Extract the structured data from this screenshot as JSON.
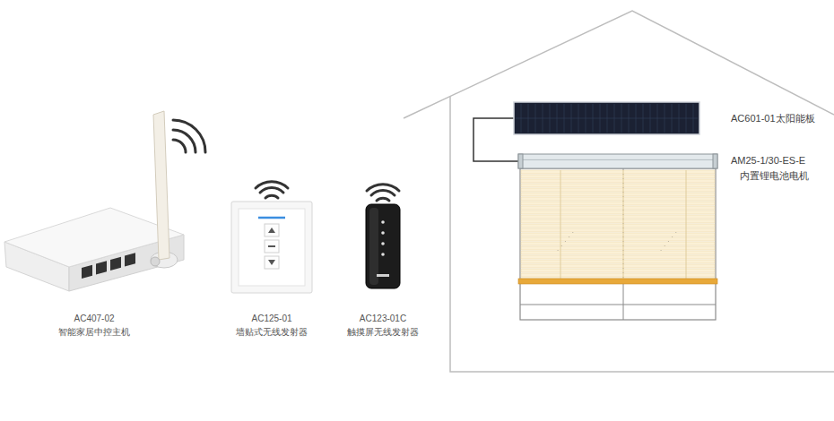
{
  "diagram": {
    "nodes": [
      {
        "text": [
          "AC407-02",
          "智能家居中控主机"
        ]
      },
      {
        "text": [
          "AC125-01",
          "墙贴式无线发射器"
        ]
      },
      {
        "text": [
          "AC123-01C",
          "触摸屏无线发射器"
        ]
      },
      {
        "text": [
          "AC601-01太阳能板"
        ]
      },
      {
        "text": [
          "AM25-1/30-ES-E",
          "内置锂电池电机"
        ]
      }
    ],
    "edges": [
      {
        "from": 3,
        "to": 4,
        "arrow": "none"
      }
    ]
  }
}
